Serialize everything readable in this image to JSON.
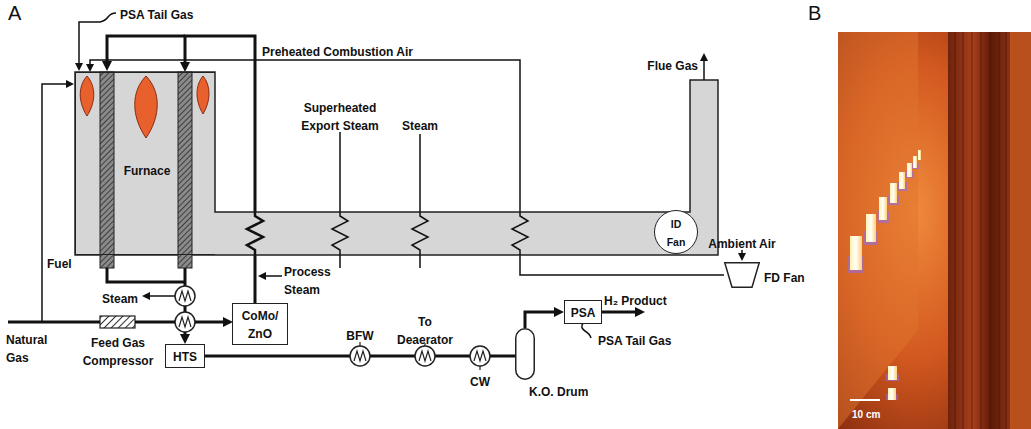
{
  "diagram": {
    "nodes": [
      {
        "text": [
          "Furnace"
        ]
      },
      {
        "text": [
          "CoMo/ ZnO"
        ]
      },
      {
        "text": [
          "HTS"
        ]
      },
      {
        "text": [
          "K.O. Drum"
        ]
      },
      {
        "text": [
          "PSA"
        ]
      },
      {
        "text": [
          "ID Fan"
        ]
      },
      {
        "text": [
          "FD Fan"
        ]
      }
    ],
    "edges": [
      {
        "from": 1,
        "to": 0,
        "arrow": "to"
      },
      {
        "from": 0,
        "to": 2,
        "arrow": "to"
      },
      {
        "from": 2,
        "to": 3,
        "arrow": "none"
      },
      {
        "from": 3,
        "to": 4,
        "arrow": "to"
      },
      {
        "from": 6,
        "to": 0,
        "arrow": "to"
      }
    ],
    "labels": [
      "A",
      "PSA Tail Gas",
      "Preheated Combustion Air",
      "Superheated Export Steam",
      "Steam",
      "Flue Gas",
      "Ambient Air",
      "Fuel",
      "Steam",
      "Process Steam",
      "Natural Gas",
      "Feed Gas Compressor",
      "BFW",
      "To Deaerator",
      "CW",
      "H₂ Product",
      "PSA Tail Gas",
      "B",
      "10 cm"
    ]
  }
}
